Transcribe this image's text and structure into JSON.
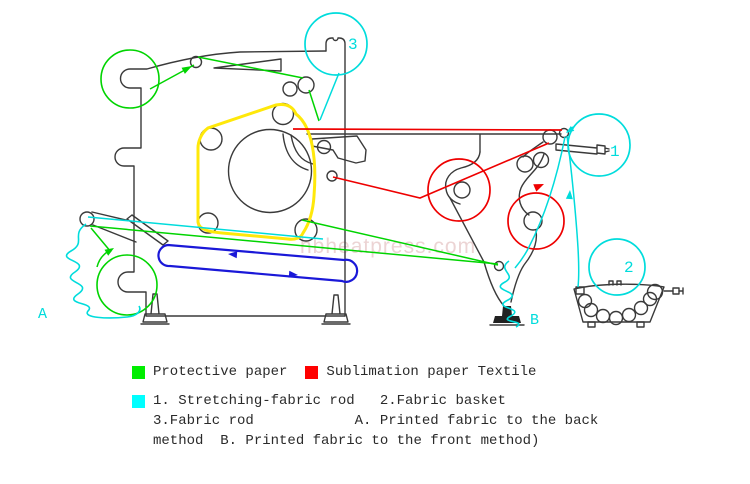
{
  "watermark": "hbheatpress.com",
  "colors": {
    "protective_paper_path": "#00d400",
    "sublimation_paper_path": "#ee0000",
    "textile_path": "#00dcdc",
    "felt_belt": "#ffe80a",
    "conveyor_belt": "#1a18d8",
    "machine_outline": "#3a3a3a",
    "watermark_text": "#ecd4d4"
  },
  "callouts": {
    "stretching_fabric_rod": "1",
    "fabric_basket": "2",
    "fabric_rod": "3",
    "back_method": "A",
    "front_method": "B"
  },
  "legend": {
    "swatches": {
      "protective": "#00ee00",
      "sublimation": "#ff0000",
      "textile": "#00ffff"
    },
    "protective_label": "Protective paper",
    "sublimation_label": "Sublimation paper Textile",
    "textile_row": "1. Stretching-fabric rod   2.Fabric basket",
    "row3": "3.Fabric rod            A. Printed fabric to the back",
    "row4": "method  B. Printed fabric to the front method)"
  }
}
